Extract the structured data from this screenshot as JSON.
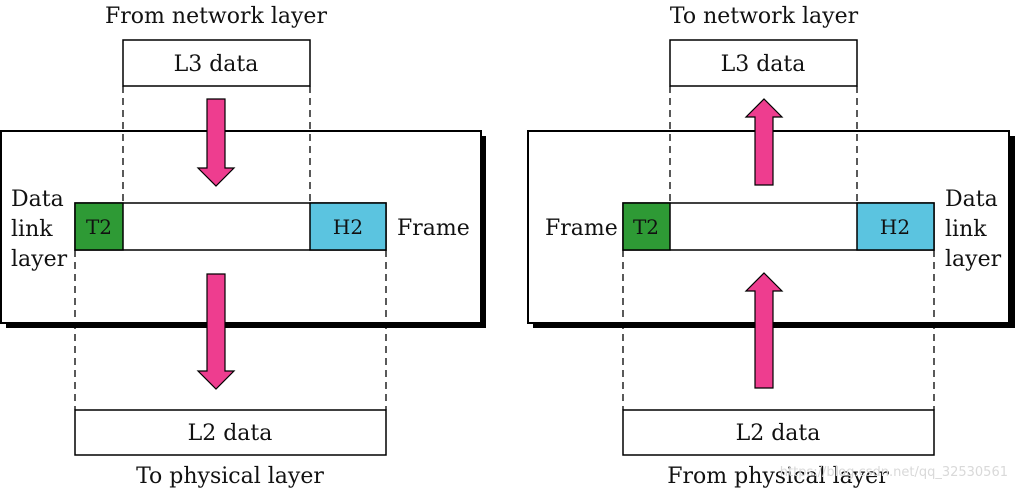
{
  "left_panel": {
    "top_label": "From network layer",
    "top_box": "L3 data",
    "side_label_lines": [
      "Data",
      "link",
      "layer"
    ],
    "trailer": "T2",
    "header": "H2",
    "frame_label": "Frame",
    "bottom_box": "L2 data",
    "bottom_label": "To physical layer"
  },
  "right_panel": {
    "top_label": "To network layer",
    "top_box": "L3 data",
    "side_label_lines": [
      "Data",
      "link",
      "layer"
    ],
    "trailer": "T2",
    "header": "H2",
    "frame_label": "Frame",
    "bottom_box": "L2 data",
    "bottom_label": "From physical layer"
  },
  "watermark": "https://blog.csdn.net/qq_32530561",
  "colors": {
    "trailer": "#2e9a35",
    "header": "#5bc4e0",
    "arrow": "#ee3d8f"
  }
}
